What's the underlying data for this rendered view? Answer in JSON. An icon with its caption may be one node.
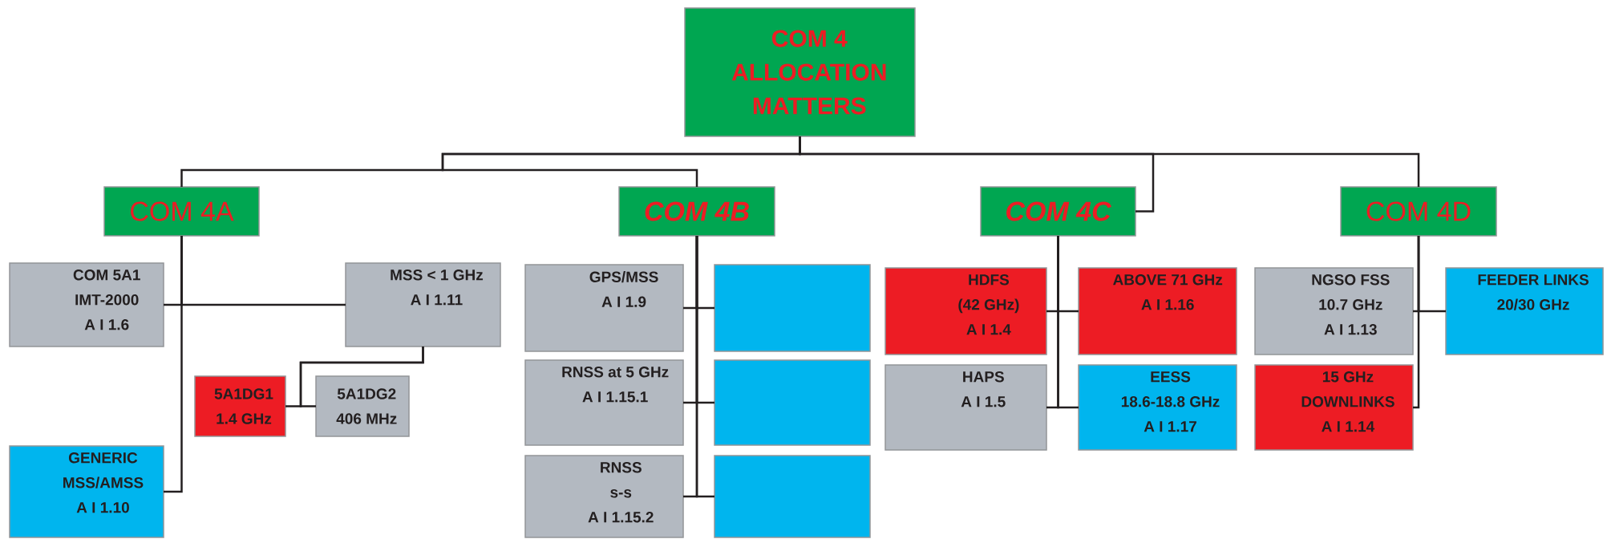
{
  "diagram": {
    "nodes": [
      {
        "text": [
          "COM 4 ALLOCATION MATTERS"
        ]
      },
      {
        "text": [
          "COM 4A"
        ]
      },
      {
        "text": [
          "COM 4B"
        ]
      },
      {
        "text": [
          "COM 4C"
        ]
      },
      {
        "text": [
          "COM 4D"
        ]
      },
      {
        "text": [
          "COM 5A1 IMT-2000 A I 1.6"
        ]
      },
      {
        "text": [
          "MSS < 1 GHz A I 1.11"
        ]
      },
      {
        "text": [
          "5A1DG1 1.4 GHz"
        ]
      },
      {
        "text": [
          "5A1DG2 406 MHz"
        ]
      },
      {
        "text": [
          "GENERIC MSS/AMSS A I 1.10"
        ]
      },
      {
        "text": [
          "GPS/MSS A I 1.9"
        ]
      },
      {
        "text": [],
        "shape": "box"
      },
      {
        "text": [
          "RNSS at 5 GHz A I 1.15.1"
        ]
      },
      {
        "text": [],
        "shape": "box"
      },
      {
        "text": [
          "RNSS s-s A I 1.15.2"
        ]
      },
      {
        "text": [],
        "shape": "box"
      },
      {
        "text": [
          "HDFS (42 GHz) A I 1.4"
        ]
      },
      {
        "text": [
          "ABOVE 71 GHz A I 1.16"
        ]
      },
      {
        "text": [
          "HAPS A I 1.5"
        ]
      },
      {
        "text": [
          "EESS 18.6-18.8 GHz A I 1.17"
        ]
      },
      {
        "text": [
          "NGSO FSS 10.7 GHz A I 1.13"
        ]
      },
      {
        "text": [
          "FEEDER LINKS 20/30 GHz"
        ]
      },
      {
        "text": [
          "15 GHz DOWNLINKS A I 1.14"
        ]
      }
    ],
    "edges": [
      {
        "from": 0,
        "to": 1,
        "arrow": "none"
      },
      {
        "from": 0,
        "to": 2,
        "arrow": "none"
      },
      {
        "from": 0,
        "to": 3,
        "arrow": "none"
      },
      {
        "from": 0,
        "to": 4,
        "arrow": "none"
      },
      {
        "from": 1,
        "to": 5,
        "arrow": "none"
      },
      {
        "from": 1,
        "to": 6,
        "arrow": "none"
      },
      {
        "from": 1,
        "to": 9,
        "arrow": "none"
      },
      {
        "from": 6,
        "to": 7,
        "arrow": "none"
      },
      {
        "from": 6,
        "to": 8,
        "arrow": "none"
      },
      {
        "from": 2,
        "to": 10,
        "arrow": "none"
      },
      {
        "from": 2,
        "to": 11,
        "arrow": "none"
      },
      {
        "from": 2,
        "to": 12,
        "arrow": "none"
      },
      {
        "from": 2,
        "to": 13,
        "arrow": "none"
      },
      {
        "from": 2,
        "to": 14,
        "arrow": "none"
      },
      {
        "from": 2,
        "to": 15,
        "arrow": "none"
      },
      {
        "from": 3,
        "to": 16,
        "arrow": "none"
      },
      {
        "from": 3,
        "to": 17,
        "arrow": "none"
      },
      {
        "from": 3,
        "to": 18,
        "arrow": "none"
      },
      {
        "from": 3,
        "to": 19,
        "arrow": "none"
      },
      {
        "from": 4,
        "to": 20,
        "arrow": "none"
      },
      {
        "from": 4,
        "to": 21,
        "arrow": "none"
      },
      {
        "from": 4,
        "to": 22,
        "arrow": "none"
      }
    ]
  }
}
